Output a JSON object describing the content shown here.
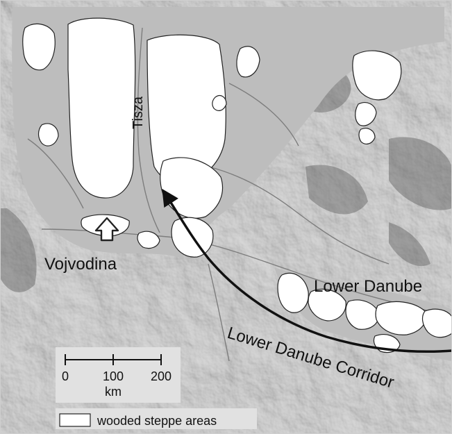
{
  "map": {
    "labels": {
      "river": "Tisza",
      "region": "Vojvodina",
      "area": "Lower Danube",
      "corridor": "Lower Danube Corridor"
    },
    "scale_bar": {
      "ticks": [
        "0",
        "100",
        "200"
      ],
      "unit": "km"
    },
    "legend": {
      "label": "wooded steppe areas",
      "swatch_color": "#ffffff"
    },
    "colors": {
      "terrain": "#a6a6a6",
      "lowland": "#bdbdbd",
      "steppe": "#ffffff",
      "arrow": "#111111",
      "outline": "#222222"
    }
  }
}
